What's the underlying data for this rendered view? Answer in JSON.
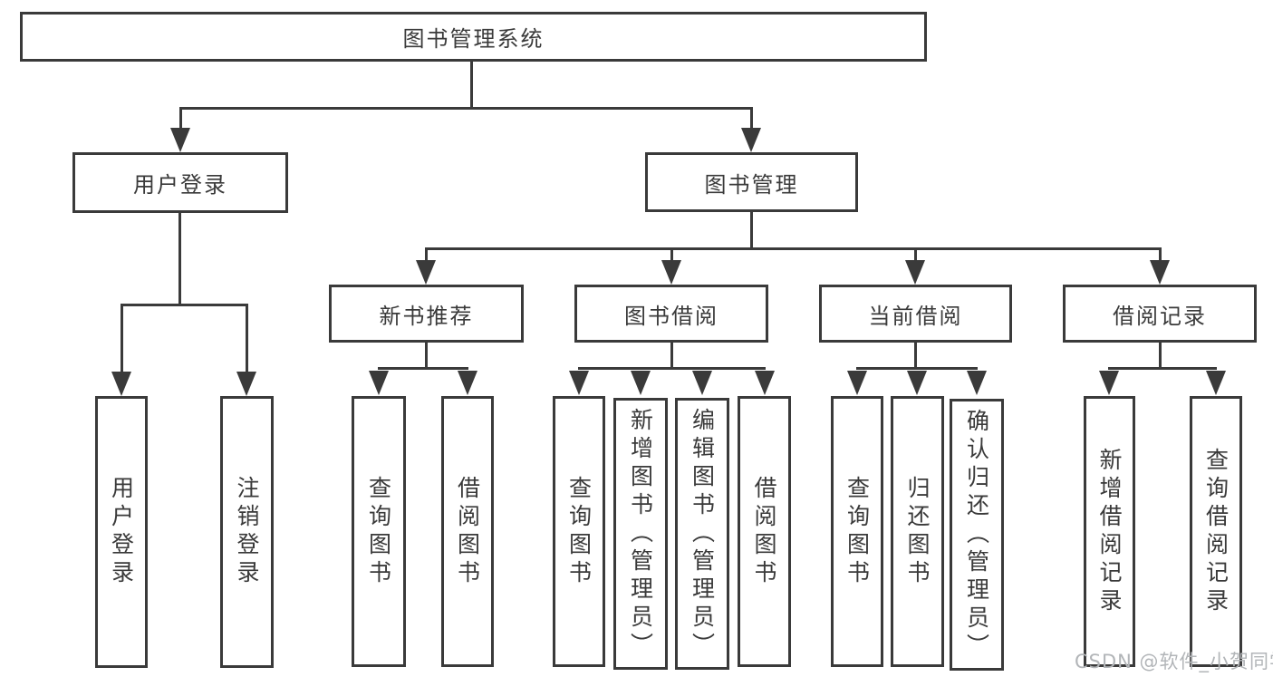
{
  "tree": {
    "root": {
      "label": "图书管理系统"
    },
    "branches": [
      {
        "label": "用户登录",
        "children": [
          {
            "label": "用户登录"
          },
          {
            "label": "注销登录"
          }
        ]
      },
      {
        "label": "图书管理",
        "children": [
          {
            "label": "新书推荐",
            "children": [
              {
                "label": "查询图书"
              },
              {
                "label": "借阅图书"
              }
            ]
          },
          {
            "label": "图书借阅",
            "children": [
              {
                "label": "查询图书"
              },
              {
                "label": "新增图书（管理员）"
              },
              {
                "label": "编辑图书（管理员）"
              },
              {
                "label": "借阅图书"
              }
            ]
          },
          {
            "label": "当前借阅",
            "children": [
              {
                "label": "查询图书"
              },
              {
                "label": "归还图书"
              },
              {
                "label": "确认归还（管理员）"
              }
            ]
          },
          {
            "label": "借阅记录",
            "children": [
              {
                "label": "新增借阅记录"
              },
              {
                "label": "查询借阅记录"
              }
            ]
          }
        ]
      }
    ]
  },
  "watermark": {
    "text": "CSDN @软件_小贺同学"
  },
  "colors": {
    "line": "#3a3a3a",
    "text": "#3a3a3a",
    "background": "#ffffff",
    "watermark": "#b2b5b8"
  }
}
